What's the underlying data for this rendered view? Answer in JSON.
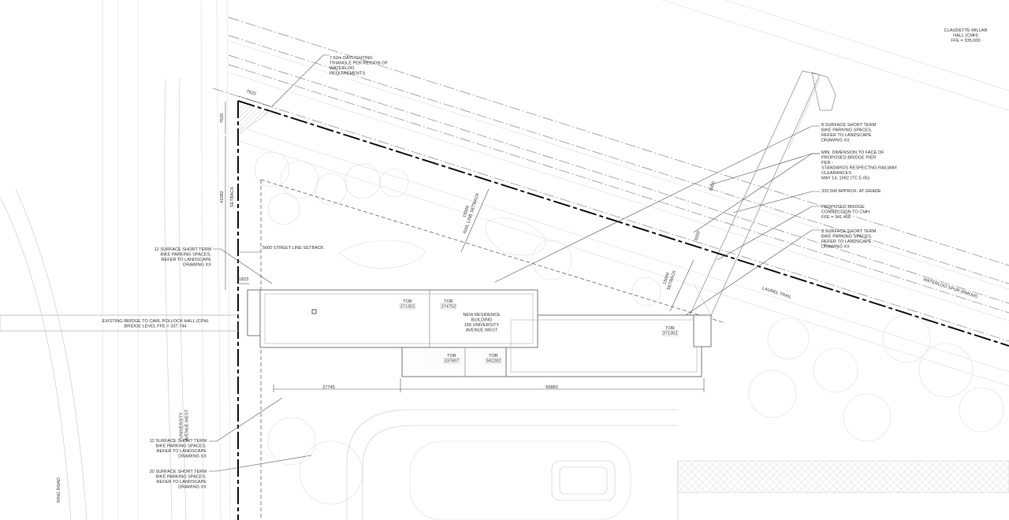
{
  "labels": {
    "claudette": [
      "CLAUDETTE MILLAR",
      "HALL (CMH)",
      "FFE = 335.000"
    ],
    "daylighting": [
      "7.62m DAYLIGHTING",
      "TRIANGLE PER REGION OF",
      "WATERLOO",
      "REQUIREMENTS"
    ],
    "dim_top_7620": [
      "7620"
    ],
    "dim_left_7620": [
      "7620"
    ],
    "dim_41082": [
      "41082"
    ],
    "setback_left": [
      "SETBACK"
    ],
    "rail_setback": [
      "15000",
      "RAIL LINE SETBACK"
    ],
    "dim_5000_a": [
      "5000"
    ],
    "dim_5000_b": [
      "5000"
    ],
    "setback_right": [
      "15000",
      "SETBACK"
    ],
    "note_bike_8a": [
      "8 SURFACE SHORT TERM",
      "BIKE PARKING SPACES.",
      "REFER TO LANDSCAPE",
      "DRAWING XX"
    ],
    "note_min_dim": [
      "MIN. DIMENSION TO FACE OF",
      "PROPOSED BRIDGE PIER",
      "PER -",
      "STANDARDS RESPECTNG RAILWAY",
      "CLEARANCES",
      "MAY 14, 1992 (TC E-05)"
    ],
    "note_grade": [
      "332.500 APPROX. AT GRADE"
    ],
    "note_bridge": [
      "PROPOSED BRIDGE",
      "CONNECTION TO CMH",
      "FFE = 341.450"
    ],
    "note_bike_8b": [
      "8 SURFACE SHORT TERM",
      "BIKE PARKING SPACES.",
      "REFER TO LANDSCAPE",
      "DRAWING XX"
    ],
    "waterloo_spur": [
      "WATERLOO SPUR (RMOW)"
    ],
    "laurel_trail": [
      "LAUREL TRAIL"
    ],
    "note_bike_12a": [
      "12 SURFACE SHORT TERM",
      "BIKE PARKING SPACES.",
      "REFER TO LANDSCAPE",
      "DRAWING XX"
    ],
    "street_setback": [
      "5000 STREET LINE SETBACK"
    ],
    "dim_1823": [
      "1823"
    ],
    "existing_bridge": [
      "EXISTING BRIDGE TO CARL POLLOCK HALL (CPH)",
      "BRIDGE LEVEL FFE = 337.744"
    ],
    "tor_1": [
      "TOR",
      "371302"
    ],
    "tor_2": [
      "TOR",
      "374752"
    ],
    "tor_3": [
      "TOR",
      "371302"
    ],
    "tor_4": [
      "TOR",
      "337607"
    ],
    "tor_5": [
      "TOR",
      "341282"
    ],
    "building": [
      "NEW RESIDENCE",
      "BUILDING",
      "155 UNIVERSITY",
      "AVENUE WEST"
    ],
    "dim_27745": [
      "27745"
    ],
    "dim_66883": [
      "66883"
    ],
    "university_ave": [
      "UNIVERSITY",
      "AVENUE WEST"
    ],
    "note_bike_12b": [
      "12 SURFACE SHORT TERM",
      "BIKE PARKING SPACES.",
      "REFER TO LANDSCAPE",
      "DRAWING XX"
    ],
    "note_bike_20": [
      "20 SURFACE SHORT TERM",
      "BIKE PARKING SPACES.",
      "REFER TO LANDSCAPE",
      "DRAWING XX"
    ],
    "ring_road": [
      "RING ROAD"
    ]
  }
}
